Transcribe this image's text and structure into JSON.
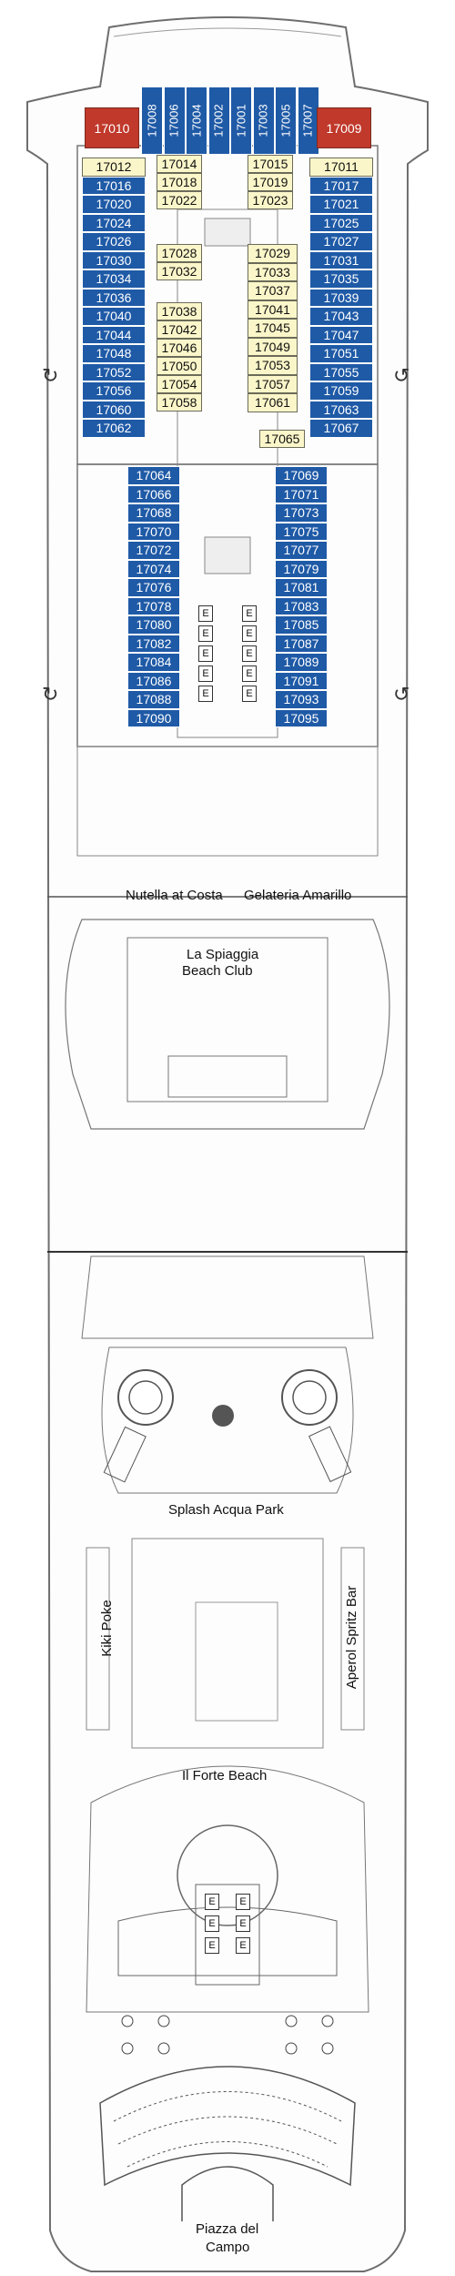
{
  "colors": {
    "balcony": "#1f5aa6",
    "interior": "#fbf6c9",
    "suite": "#c0392b",
    "outline": "#6e6e6e"
  },
  "venues": {
    "nutella": "Nutella at Costa",
    "gelateria": "Gelateria Amarillo",
    "spiaggia_1": "La Spiaggia",
    "spiaggia_2": "Beach Club",
    "splash": "Splash Acqua Park",
    "kiki": "Kiki Poke",
    "aperol": "Aperol Spritz Bar",
    "forte": "Il Forte Beach",
    "piazza_1": "Piazza del",
    "piazza_2": "Campo"
  },
  "cabins": {
    "top_vertical": [
      "17008",
      "17006",
      "17004",
      "17002",
      "17001",
      "17003",
      "17005",
      "17007"
    ],
    "corner_suites": {
      "left": "17010",
      "right": "17009"
    },
    "port_forward_blue": [
      "17012",
      "17016",
      "17020",
      "17024",
      "17026",
      "17030",
      "17034",
      "17036",
      "17040",
      "17044",
      "17048",
      "17052",
      "17056",
      "17060",
      "17062"
    ],
    "starboard_forward_blue": [
      "17011",
      "17017",
      "17021",
      "17025",
      "17027",
      "17031",
      "17035",
      "17039",
      "17043",
      "17047",
      "17051",
      "17055",
      "17059",
      "17063",
      "17067"
    ],
    "center_upper_left": [
      "17014",
      "17018",
      "17022"
    ],
    "center_upper_right": [
      "17015",
      "17019",
      "17023"
    ],
    "center_mid_left": [
      "17028",
      "17032"
    ],
    "center_lower_left": [
      "17038",
      "17042",
      "17046",
      "17050",
      "17054",
      "17058"
    ],
    "center_mid_right": [
      "17029",
      "17033",
      "17037",
      "17041",
      "17045",
      "17049",
      "17053",
      "17057",
      "17061",
      "17065"
    ],
    "port_aft_blue": [
      "17064",
      "17066",
      "17068",
      "17070",
      "17072",
      "17074",
      "17076",
      "17078",
      "17080",
      "17082",
      "17084",
      "17086",
      "17088",
      "17090"
    ],
    "starboard_aft_blue": [
      "17069",
      "17071",
      "17073",
      "17075",
      "17077",
      "17079",
      "17081",
      "17083",
      "17085",
      "17087",
      "17089",
      "17091",
      "17093",
      "17095"
    ]
  },
  "elevator_letter": "E"
}
